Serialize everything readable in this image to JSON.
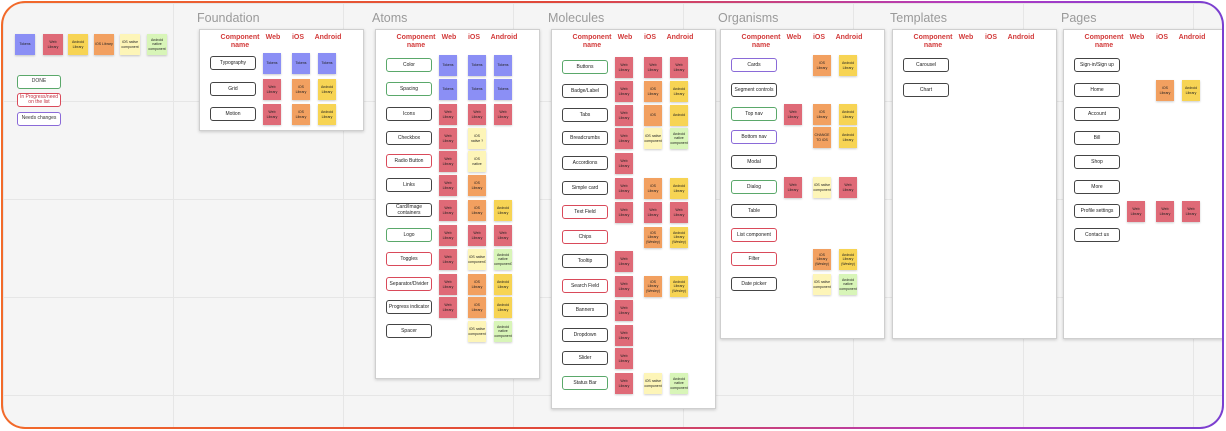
{
  "colors": {
    "red": "#df6a77",
    "blue": "#8b8ff5",
    "orange": "#f2a060",
    "yellow": "#f7d454",
    "paleyellow": "#fdf5b8",
    "palegreen": "#d8f5b8",
    "green": "#8fce6a"
  },
  "col_headers": [
    "Component name",
    "Web",
    "iOS",
    "Android"
  ],
  "top_legend": [
    {
      "text": "Tokens",
      "color": "blue"
    },
    {
      "text": "Web Library",
      "color": "red"
    },
    {
      "text": "Android Library",
      "color": "yellow"
    },
    {
      "text": "iOS Library",
      "color": "orange"
    },
    {
      "text": "iOS native component",
      "color": "paleyellow"
    },
    {
      "text": "Android native component",
      "color": "palegreen"
    }
  ],
  "status_legend": [
    "DONE",
    "In Progress/need on the list",
    "Needs changes"
  ],
  "sections": [
    {
      "title": "Foundation",
      "rows": [
        {
          "name": "Typography",
          "web": "Tokens",
          "ios": "Tokens",
          "android": "Tokens"
        },
        {
          "name": "Grid",
          "web": "Web Library",
          "ios": "iOS Library",
          "android": "Android Library"
        },
        {
          "name": "Motion",
          "web": "Web Library",
          "ios": "iOS Library",
          "android": "Android Library"
        }
      ]
    },
    {
      "title": "Atoms",
      "rows": [
        {
          "name": "Color",
          "web": "Tokens",
          "ios": "Tokens",
          "android": "Tokens"
        },
        {
          "name": "Spacing",
          "web": "Tokens",
          "ios": "Tokens",
          "android": "Tokens"
        },
        {
          "name": "Icons",
          "web": "Web Library",
          "ios": "Web Library",
          "android": "Web Library"
        },
        {
          "name": "Checkbox",
          "web": "Web Library",
          "ios": "iOS native ?",
          "android": ""
        },
        {
          "name": "Radio Button",
          "web": "Web Library",
          "ios": "iOS native",
          "android": ""
        },
        {
          "name": "Links",
          "web": "Web Library",
          "ios": "iOS Library",
          "android": ""
        },
        {
          "name": "Card/Image containers",
          "web": "Web Library",
          "ios": "iOS Library",
          "android": "Android Library"
        },
        {
          "name": "Logo",
          "web": "Web Library",
          "ios": "Web Library",
          "android": "Web Library"
        },
        {
          "name": "Toggles",
          "web": "Web Library",
          "ios": "iOS native component?",
          "android": "Android native component?"
        },
        {
          "name": "Separator/Divider",
          "web": "Web Library",
          "ios": "iOS Library",
          "android": "Android Library"
        },
        {
          "name": "Progress indicator",
          "web": "Web Library",
          "ios": "iOS Library",
          "android": "Android Library"
        },
        {
          "name": "Spacer",
          "web": "",
          "ios": "iOS native component",
          "android": "Android native component"
        }
      ]
    },
    {
      "title": "Molecules",
      "rows": [
        {
          "name": "Buttons",
          "web": "Web Library",
          "ios": "Web Library",
          "android": "Web Library"
        },
        {
          "name": "Badge/Label",
          "web": "Web Library",
          "ios": "iOS Library",
          "android": "Android Library"
        },
        {
          "name": "Tabs",
          "web": "Web Library",
          "ios": "iOS",
          "android": "Android"
        },
        {
          "name": "Breadcrumbs",
          "web": "Web Library",
          "ios": "iOS native component",
          "android": "Android native component"
        },
        {
          "name": "Accordions",
          "web": "Web Library",
          "ios": "",
          "android": ""
        },
        {
          "name": "Simple card",
          "web": "Web Library",
          "ios": "iOS Library",
          "android": "Android Library"
        },
        {
          "name": "Text Field",
          "web": "Web Library",
          "ios": "Web Library",
          "android": "Web Library"
        },
        {
          "name": "Chips",
          "web": "",
          "ios": "iOS Library (Wesley)",
          "android": "Android Library (Wesley)"
        },
        {
          "name": "Tooltip",
          "web": "Web Library",
          "ios": "",
          "android": ""
        },
        {
          "name": "Search Field",
          "web": "Web Library",
          "ios": "iOS Library (Wesley)",
          "android": "Android Library (Wesley)"
        },
        {
          "name": "Banners",
          "web": "Web Library",
          "ios": "",
          "android": ""
        },
        {
          "name": "Dropdown",
          "web": "Web Library",
          "ios": "",
          "android": ""
        },
        {
          "name": "Slider",
          "web": "Web Library",
          "ios": "",
          "android": ""
        },
        {
          "name": "Status Bar",
          "web": "Web Library",
          "ios": "iOS native component",
          "android": "Android native component"
        }
      ]
    },
    {
      "title": "Organisms",
      "rows": [
        {
          "name": "Cards",
          "web": "",
          "ios": "iOS Library",
          "android": "Android Library"
        },
        {
          "name": "Segment controls",
          "web": "",
          "ios": "",
          "android": ""
        },
        {
          "name": "Top nav",
          "web": "Web Library",
          "ios": "iOS Library",
          "android": "Android Library"
        },
        {
          "name": "Bottom nav",
          "web": "",
          "ios": "CHANGE TO iOS",
          "android": "Android Library"
        },
        {
          "name": "Modal",
          "web": "",
          "ios": "",
          "android": ""
        },
        {
          "name": "Dialog",
          "web": "Web Library",
          "ios": "iOS native component",
          "android": "Web Library"
        },
        {
          "name": "Table",
          "web": "",
          "ios": "",
          "android": ""
        },
        {
          "name": "List component",
          "web": "",
          "ios": "",
          "android": ""
        },
        {
          "name": "Filter",
          "web": "",
          "ios": "iOS Library (Wesley)",
          "android": "Android Library (Wesley)"
        },
        {
          "name": "Date picker",
          "web": "",
          "ios": "iOS native component",
          "android": "Android native component"
        }
      ]
    },
    {
      "title": "Templates",
      "rows": [
        {
          "name": "Carousel",
          "web": "",
          "ios": "",
          "android": ""
        },
        {
          "name": "Chart",
          "web": "",
          "ios": "",
          "android": ""
        }
      ]
    },
    {
      "title": "Pages",
      "rows": [
        {
          "name": "Sign-in/Sign up",
          "web": "",
          "ios": "",
          "android": ""
        },
        {
          "name": "Home",
          "web": "",
          "ios": "iOS Library",
          "android": "Android Library"
        },
        {
          "name": "Account",
          "web": "",
          "ios": "",
          "android": ""
        },
        {
          "name": "Bill",
          "web": "",
          "ios": "",
          "android": ""
        },
        {
          "name": "Shop",
          "web": "",
          "ios": "",
          "android": ""
        },
        {
          "name": "More",
          "web": "",
          "ios": "",
          "android": ""
        },
        {
          "name": "Profile settings",
          "web": "Web Library",
          "ios": "Web Library",
          "android": "Web Library"
        },
        {
          "name": "Contact us",
          "web": "",
          "ios": "",
          "android": ""
        }
      ]
    }
  ]
}
